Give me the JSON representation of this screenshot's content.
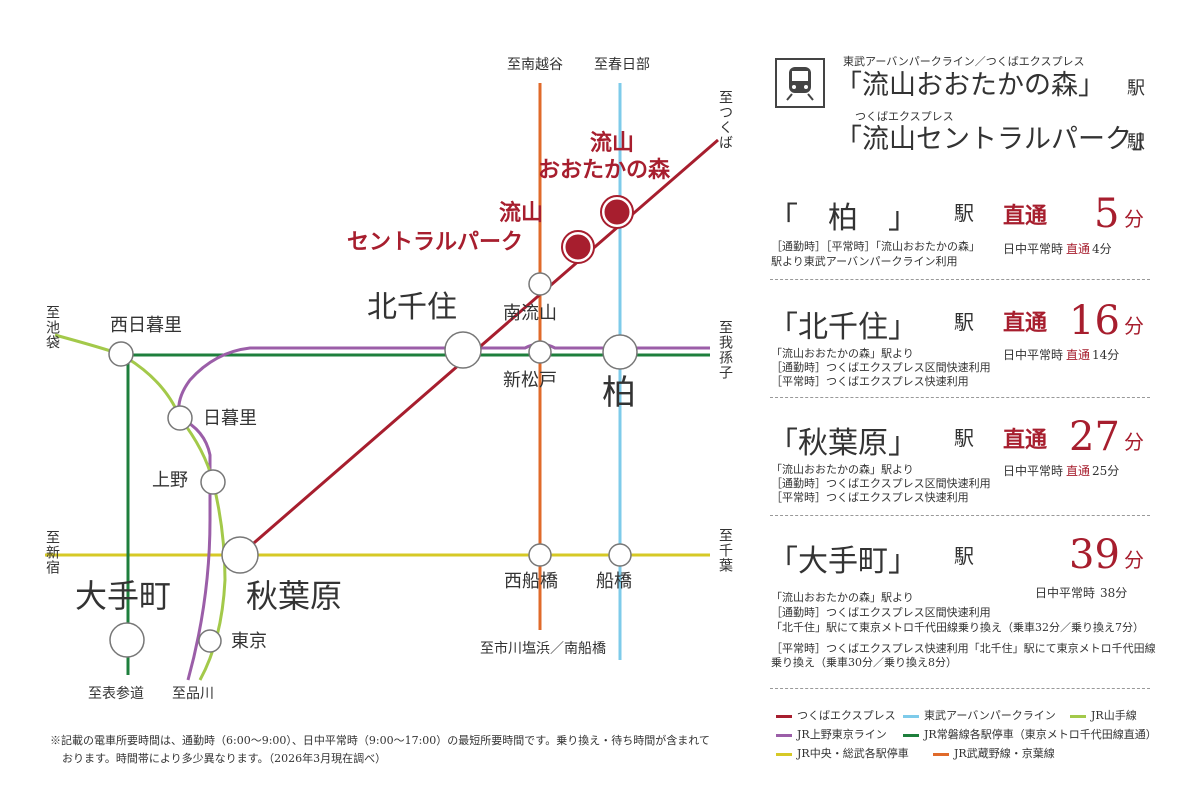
{
  "map": {
    "to_minami_koshigaya": "至南越谷",
    "to_kasukabe": "至春日部",
    "to_tsukuba": "至つくば",
    "to_ikebukuro": "至池袋",
    "to_abiko": "至我孫子",
    "to_shinjuku": "至新宿",
    "to_chiba": "至千葉",
    "to_omotesando": "至表参道",
    "to_shinagawa": "至品川",
    "to_ichikawa": "至市川塩浜／南船橋",
    "stations": {
      "nagareyama_otaka_1": "流山",
      "nagareyama_otaka_2": "おおたかの森",
      "nagareyama_central_1": "流山",
      "nagareyama_central_2": "セントラルパーク",
      "minami_nagareyama": "南流山",
      "kita_senju": "北千住",
      "nishi_nippori": "西日暮里",
      "shin_matsudo": "新松戸",
      "kashiwa": "柏",
      "nippori": "日暮里",
      "ueno": "上野",
      "akihabara": "秋葉原",
      "otemachi": "大手町",
      "tokyo": "東京",
      "nishi_funabashi": "西船橋",
      "funabashi": "船橋"
    }
  },
  "panel": {
    "header_sub1": "東武アーバンパークライン／つくばエクスプレス",
    "header_name1": "「流山おおたかの森」",
    "header_suffix1": "駅",
    "header_sub2": "つくばエクスプレス",
    "header_name2": "「流山セントラルパーク」",
    "header_suffix2": "駅",
    "train_icon": "train-icon",
    "destinations": [
      {
        "name": "「　柏　」",
        "suffix": "駅",
        "direct": "直通",
        "minutes": "5",
        "min_unit": "分",
        "day_prefix": "日中平常時",
        "day_direct": "直通",
        "day_minutes": "4分",
        "notes": [
          "［通勤時］［平常時］「流山おおたかの森」",
          "駅より東武アーバンパークライン利用"
        ]
      },
      {
        "name": "「北千住」",
        "suffix": "駅",
        "direct": "直通",
        "minutes": "16",
        "min_unit": "分",
        "day_prefix": "日中平常時",
        "day_direct": "直通",
        "day_minutes": "14分",
        "notes": [
          "「流山おおたかの森」駅より",
          "［通勤時］つくばエクスプレス区間快速利用",
          "［平常時］つくばエクスプレス快速利用"
        ]
      },
      {
        "name": "「秋葉原」",
        "suffix": "駅",
        "direct": "直通",
        "minutes": "27",
        "min_unit": "分",
        "day_prefix": "日中平常時",
        "day_direct": "直通",
        "day_minutes": "25分",
        "notes": [
          "「流山おおたかの森」駅より",
          "［通勤時］つくばエクスプレス区間快速利用",
          "［平常時］つくばエクスプレス快速利用"
        ]
      },
      {
        "name": "「大手町」",
        "suffix": "駅",
        "direct": "",
        "minutes": "39",
        "min_unit": "分",
        "day_prefix": "日中平常時",
        "day_direct": "",
        "day_minutes": "38分",
        "notes": [
          "「流山おおたかの森」駅より",
          "［通勤時］つくばエクスプレス区間快速利用",
          "「北千住」駅にて東京メトロ千代田線乗り換え（乗車32分／乗り換え7分）",
          "［平常時］つくばエクスプレス快速利用「北千住」駅にて東京メトロ千代田線",
          "乗り換え（乗車30分／乗り換え8分）"
        ]
      }
    ]
  },
  "legend": [
    {
      "label": "つくばエクスプレス",
      "color": "#a71e2e"
    },
    {
      "label": "東武アーバンパークライン",
      "color": "#7ecbea"
    },
    {
      "label": "JR山手線",
      "color": "#a3c94a"
    },
    {
      "label": "JR上野東京ライン",
      "color": "#9b5ea8"
    },
    {
      "label": "JR常磐線各駅停車（東京メトロ千代田線直通）",
      "color": "#1e7f3c"
    },
    {
      "label": "",
      "color": ""
    },
    {
      "label": "JR中央・総武各駅停車",
      "color": "#d6c926"
    },
    {
      "label": "JR武蔵野線・京葉線",
      "color": "#e06a2a"
    }
  ],
  "note": {
    "line1": "※記載の電車所要時間は、通勤時（6:00～9:00）、日中平常時（9:00～17:00）の最短所要時間です。乗り換え・待ち時間が含まれて",
    "line2": "おります。時間帯により多少異なります。（2026年3月現在調べ）"
  }
}
